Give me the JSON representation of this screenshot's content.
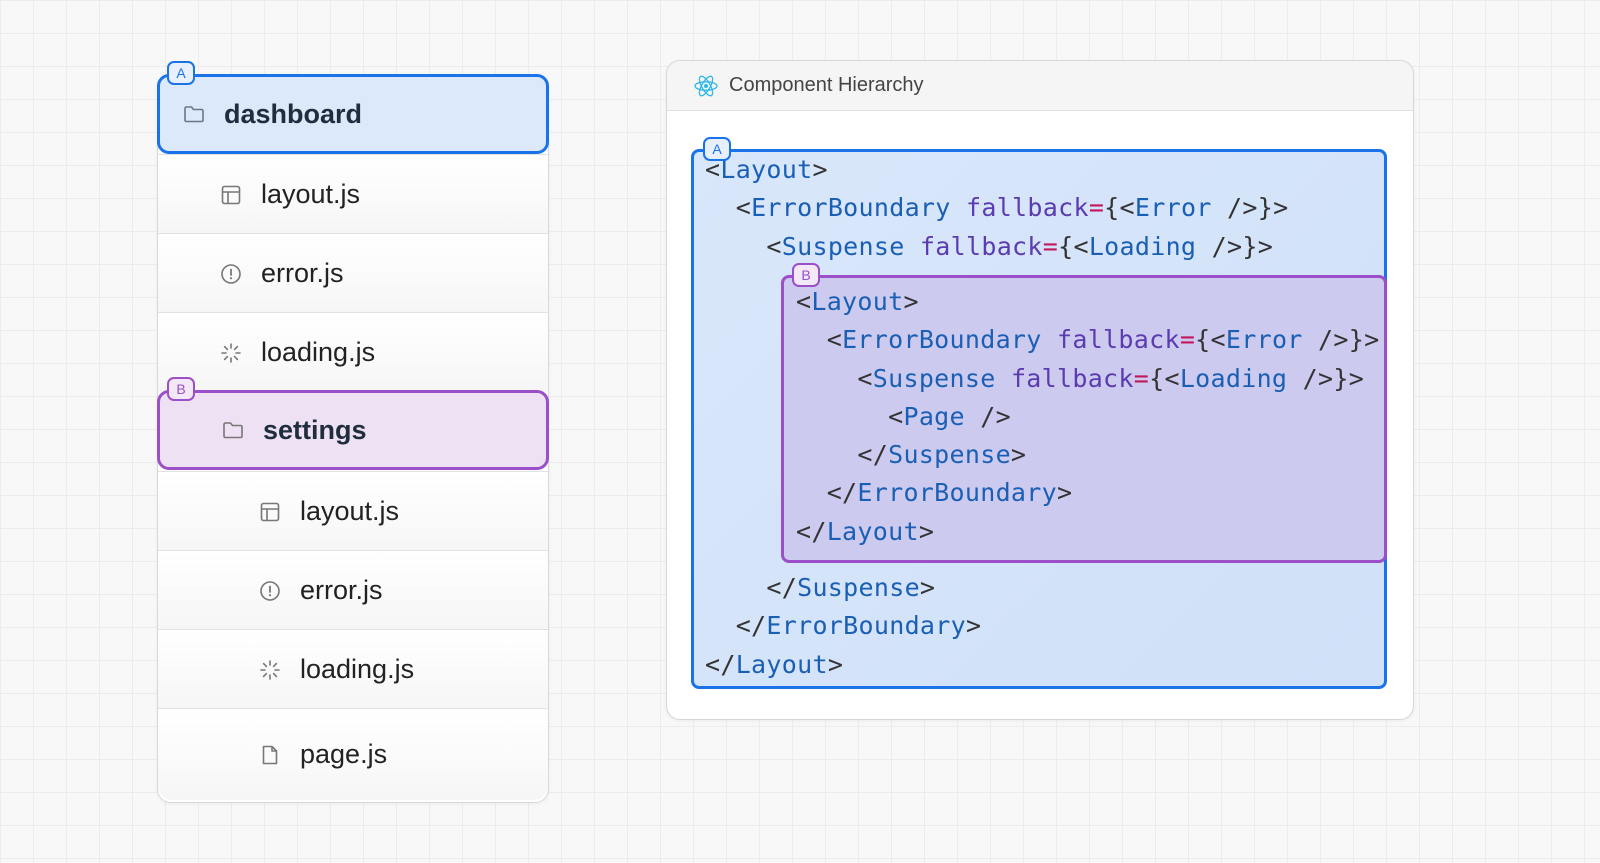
{
  "tree": {
    "rows": [
      {
        "name": "dashboard",
        "type": "folder",
        "badge": "A"
      },
      {
        "name": "layout.js",
        "type": "layout"
      },
      {
        "name": "error.js",
        "type": "error"
      },
      {
        "name": "loading.js",
        "type": "loading"
      },
      {
        "name": "settings",
        "type": "folder",
        "badge": "B"
      },
      {
        "name": "layout.js",
        "type": "layout"
      },
      {
        "name": "error.js",
        "type": "error"
      },
      {
        "name": "loading.js",
        "type": "loading"
      },
      {
        "name": "page.js",
        "type": "page"
      }
    ]
  },
  "panel": {
    "title": "Component Hierarchy",
    "badge_a": "A",
    "badge_b": "B"
  },
  "code": {
    "outer_top": [
      "<Layout>",
      "  <ErrorBoundary fallback={<Error />}>",
      "    <Suspense fallback={<Loading />}>"
    ],
    "inner": [
      "<Layout>",
      "  <ErrorBoundary fallback={<Error />}>",
      "    <Suspense fallback={<Loading />}>",
      "      <Page />",
      "    </Suspense>",
      "  </ErrorBoundary>",
      "</Layout>"
    ],
    "outer_bottom": [
      "    </Suspense>",
      "  </ErrorBoundary>",
      "</Layout>"
    ]
  },
  "colors": {
    "accent_a": "#1a73e8",
    "accent_b": "#9b4fc8",
    "tag": "#1a5fb4",
    "attribute": "#5b3bb0",
    "equals": "#c2185b"
  },
  "icons": {
    "folder": "folder-icon",
    "layout": "layout-icon",
    "error": "error-icon",
    "loading": "loading-icon",
    "page": "page-icon",
    "react": "react-icon"
  }
}
